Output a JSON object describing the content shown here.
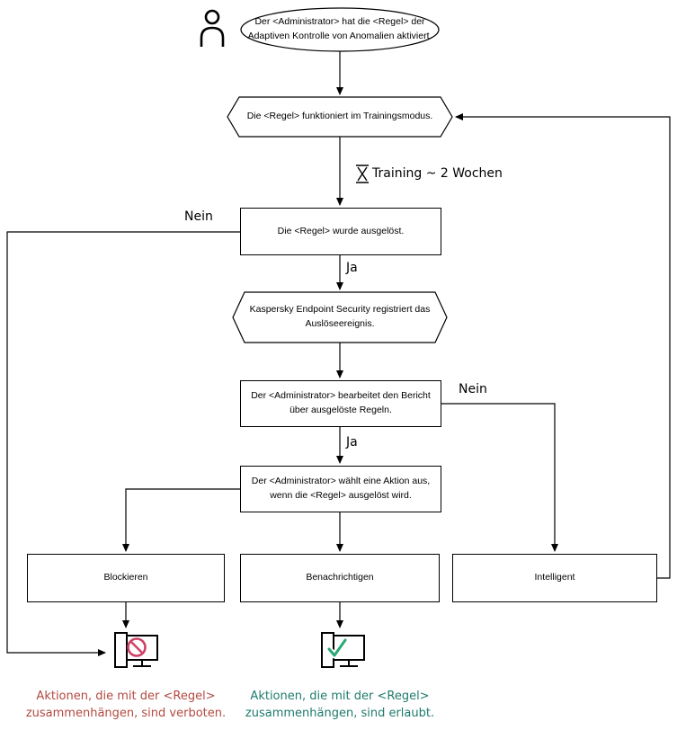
{
  "nodes": {
    "start": {
      "text": "Der <Administrator> hat die <Regel> der\nAdaptiven Kontrolle von Anomalien aktiviert."
    },
    "training_mode": {
      "text": "Die <Regel> funktioniert im Trainingsmodus."
    },
    "rule_triggered": {
      "text": "Die <Regel> wurde ausgelöst."
    },
    "register_event": {
      "text": "Kaspersky Endpoint Security registriert das\nAuslöseereignis."
    },
    "process_report": {
      "text": "Der <Administrator> bearbeitet den Bericht\nüber ausgelöste Regeln."
    },
    "select_action": {
      "text": "Der <Administrator> wählt eine Aktion aus,\nwenn die <Regel> ausgelöst wird."
    },
    "block": {
      "text": "Blockieren"
    },
    "notify": {
      "text": "Benachrichtigen"
    },
    "smart": {
      "text": "Intelligent"
    }
  },
  "edge_labels": {
    "training_duration": "Training ~ 2 Wochen",
    "no_left": "Nein",
    "yes_1": "Ja",
    "no_right": "Nein",
    "yes_2": "Ja"
  },
  "captions": {
    "forbidden": {
      "text": "Aktionen, die mit der <Regel>\nzusammenhängen, sind verboten.",
      "color": "#b3493f"
    },
    "allowed": {
      "text": "Aktionen, die mit der <Regel>\nzusammenhängen, sind erlaubt.",
      "color": "#1e7a6d"
    }
  },
  "icons": {
    "user": "user-icon",
    "hourglass": "hourglass-icon",
    "blocked": "blocked-workstation-icon",
    "allowed": "allowed-workstation-icon"
  },
  "colors": {
    "line": "#000000",
    "forbidden_text": "#b3493f",
    "allowed_text": "#1e7a6d",
    "prohibition_sign": "#cc4466",
    "check_sign": "#2aa876"
  }
}
